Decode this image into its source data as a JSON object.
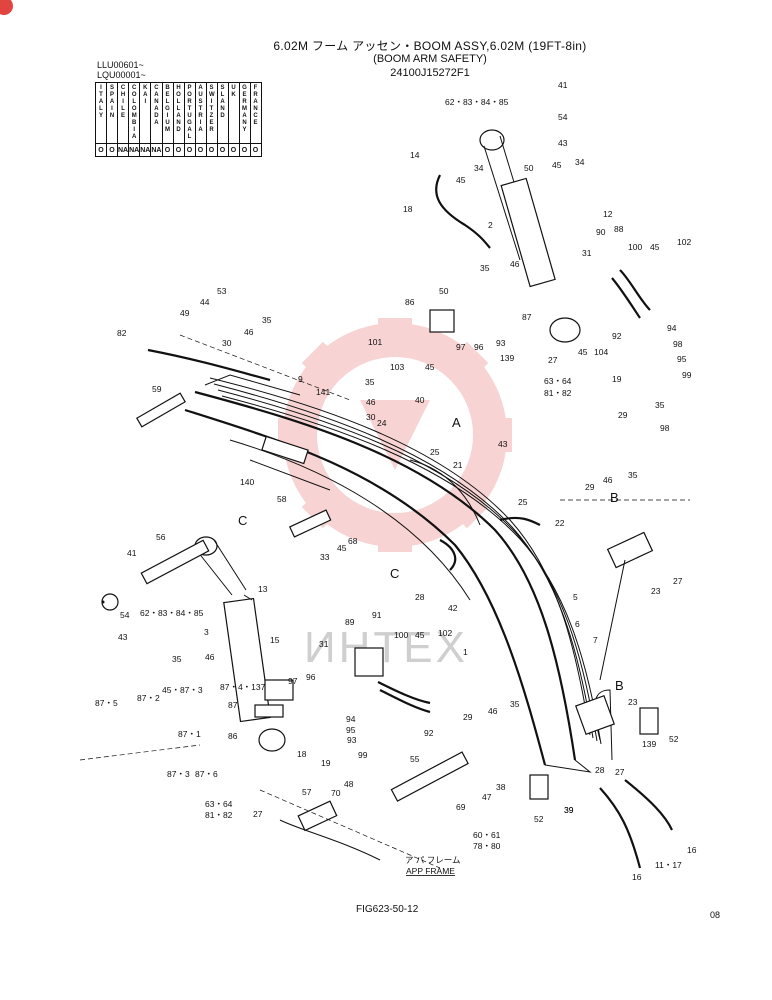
{
  "header": {
    "title": "6.02M フーム アッセン・BOOM ASSY,6.02M (19FT-8in)",
    "subtitle": "(BOOM ARM SAFETY)",
    "part_code": "24100J15272F1"
  },
  "serials": [
    "LLU00601~",
    "LQU00001~"
  ],
  "countries": [
    {
      "name": "ITALY",
      "mark": "O"
    },
    {
      "name": "SPAIN",
      "mark": "O"
    },
    {
      "name": "CHILE",
      "mark": "NA"
    },
    {
      "name": "COLOMBIA",
      "mark": "NA"
    },
    {
      "name": "KAI",
      "mark": "NA"
    },
    {
      "name": "CANADA",
      "mark": "NA"
    },
    {
      "name": "BELGIUM",
      "mark": "O"
    },
    {
      "name": "HOLLAND",
      "mark": "O"
    },
    {
      "name": "PORTUGAL",
      "mark": "O"
    },
    {
      "name": "AUSTRIA",
      "mark": "O"
    },
    {
      "name": "SWITZER",
      "mark": "O"
    },
    {
      "name": "SLAND",
      "mark": "O"
    },
    {
      "name": "UK",
      "mark": "O"
    },
    {
      "name": "GERMANY",
      "mark": "O"
    },
    {
      "name": "FRANCE",
      "mark": "O"
    }
  ],
  "section_labels": {
    "a": "A",
    "b": "B",
    "c": "C"
  },
  "frame_jp": "ア パ フレーム",
  "frame_label": "APP FRAME",
  "watermark": "ИНТЕХ",
  "figure_no": "FIG623-50-12",
  "page_no": "08",
  "callouts": [
    {
      "t": "41"
    },
    {
      "t": "62・83・84・85"
    },
    {
      "t": "54"
    },
    {
      "t": "43"
    },
    {
      "t": "50"
    },
    {
      "t": "34"
    },
    {
      "t": "45"
    },
    {
      "t": "34"
    },
    {
      "t": "14"
    },
    {
      "t": "45"
    },
    {
      "t": "18"
    },
    {
      "t": "2"
    },
    {
      "t": "12"
    },
    {
      "t": "31"
    },
    {
      "t": "90"
    },
    {
      "t": "88"
    },
    {
      "t": "100"
    },
    {
      "t": "45"
    },
    {
      "t": "102"
    },
    {
      "t": "35"
    },
    {
      "t": "46"
    },
    {
      "t": "53"
    },
    {
      "t": "44"
    },
    {
      "t": "49"
    },
    {
      "t": "35"
    },
    {
      "t": "46"
    },
    {
      "t": "30"
    },
    {
      "t": "82"
    },
    {
      "t": "86"
    },
    {
      "t": "50"
    },
    {
      "t": "87"
    },
    {
      "t": "101"
    },
    {
      "t": "97"
    },
    {
      "t": "96"
    },
    {
      "t": "93"
    },
    {
      "t": "139"
    },
    {
      "t": "103"
    },
    {
      "t": "45"
    },
    {
      "t": "92"
    },
    {
      "t": "94"
    },
    {
      "t": "98"
    },
    {
      "t": "95"
    },
    {
      "t": "99"
    },
    {
      "t": "45"
    },
    {
      "t": "104"
    },
    {
      "t": "19"
    },
    {
      "t": "27"
    },
    {
      "t": "63・64"
    },
    {
      "t": "81・82"
    },
    {
      "t": "9"
    },
    {
      "t": "141"
    },
    {
      "t": "35"
    },
    {
      "t": "46"
    },
    {
      "t": "30"
    },
    {
      "t": "24"
    },
    {
      "t": "40"
    },
    {
      "t": "59"
    },
    {
      "t": "43"
    },
    {
      "t": "25"
    },
    {
      "t": "21"
    },
    {
      "t": "29"
    },
    {
      "t": "35"
    },
    {
      "t": "98"
    },
    {
      "t": "46"
    },
    {
      "t": "35"
    },
    {
      "t": "29"
    },
    {
      "t": "140"
    },
    {
      "t": "58"
    },
    {
      "t": "25"
    },
    {
      "t": "22"
    },
    {
      "t": "56"
    },
    {
      "t": "41"
    },
    {
      "t": "45"
    },
    {
      "t": "68"
    },
    {
      "t": "33"
    },
    {
      "t": "28"
    },
    {
      "t": "42"
    },
    {
      "t": "27"
    },
    {
      "t": "23"
    },
    {
      "t": "54"
    },
    {
      "t": "62・83・84・85"
    },
    {
      "t": "43"
    },
    {
      "t": "13"
    },
    {
      "t": "3"
    },
    {
      "t": "15"
    },
    {
      "t": "31"
    },
    {
      "t": "89"
    },
    {
      "t": "91"
    },
    {
      "t": "100"
    },
    {
      "t": "45"
    },
    {
      "t": "102"
    },
    {
      "t": "1"
    },
    {
      "t": "5"
    },
    {
      "t": "6"
    },
    {
      "t": "7"
    },
    {
      "t": "35"
    },
    {
      "t": "46"
    },
    {
      "t": "45・87・3"
    },
    {
      "t": "87・4・137"
    },
    {
      "t": "97"
    },
    {
      "t": "96"
    },
    {
      "t": "87・5"
    },
    {
      "t": "87・2"
    },
    {
      "t": "87"
    },
    {
      "t": "87・1"
    },
    {
      "t": "86"
    },
    {
      "t": "93"
    },
    {
      "t": "94"
    },
    {
      "t": "95"
    },
    {
      "t": "99"
    },
    {
      "t": "92"
    },
    {
      "t": "18"
    },
    {
      "t": "19"
    },
    {
      "t": "87・3"
    },
    {
      "t": "87・6"
    },
    {
      "t": "29"
    },
    {
      "t": "46"
    },
    {
      "t": "35"
    },
    {
      "t": "23"
    },
    {
      "t": "52"
    },
    {
      "t": "139"
    },
    {
      "t": "28"
    },
    {
      "t": "27"
    },
    {
      "t": "55"
    },
    {
      "t": "39"
    },
    {
      "t": "57"
    },
    {
      "t": "70"
    },
    {
      "t": "48"
    },
    {
      "t": "69"
    },
    {
      "t": "47"
    },
    {
      "t": "38"
    },
    {
      "t": "52"
    },
    {
      "t": "39"
    },
    {
      "t": "60・61"
    },
    {
      "t": "78・80"
    },
    {
      "t": "63・64"
    },
    {
      "t": "81・82"
    },
    {
      "t": "27"
    },
    {
      "t": "16"
    },
    {
      "t": "11・17"
    },
    {
      "t": "16"
    }
  ]
}
